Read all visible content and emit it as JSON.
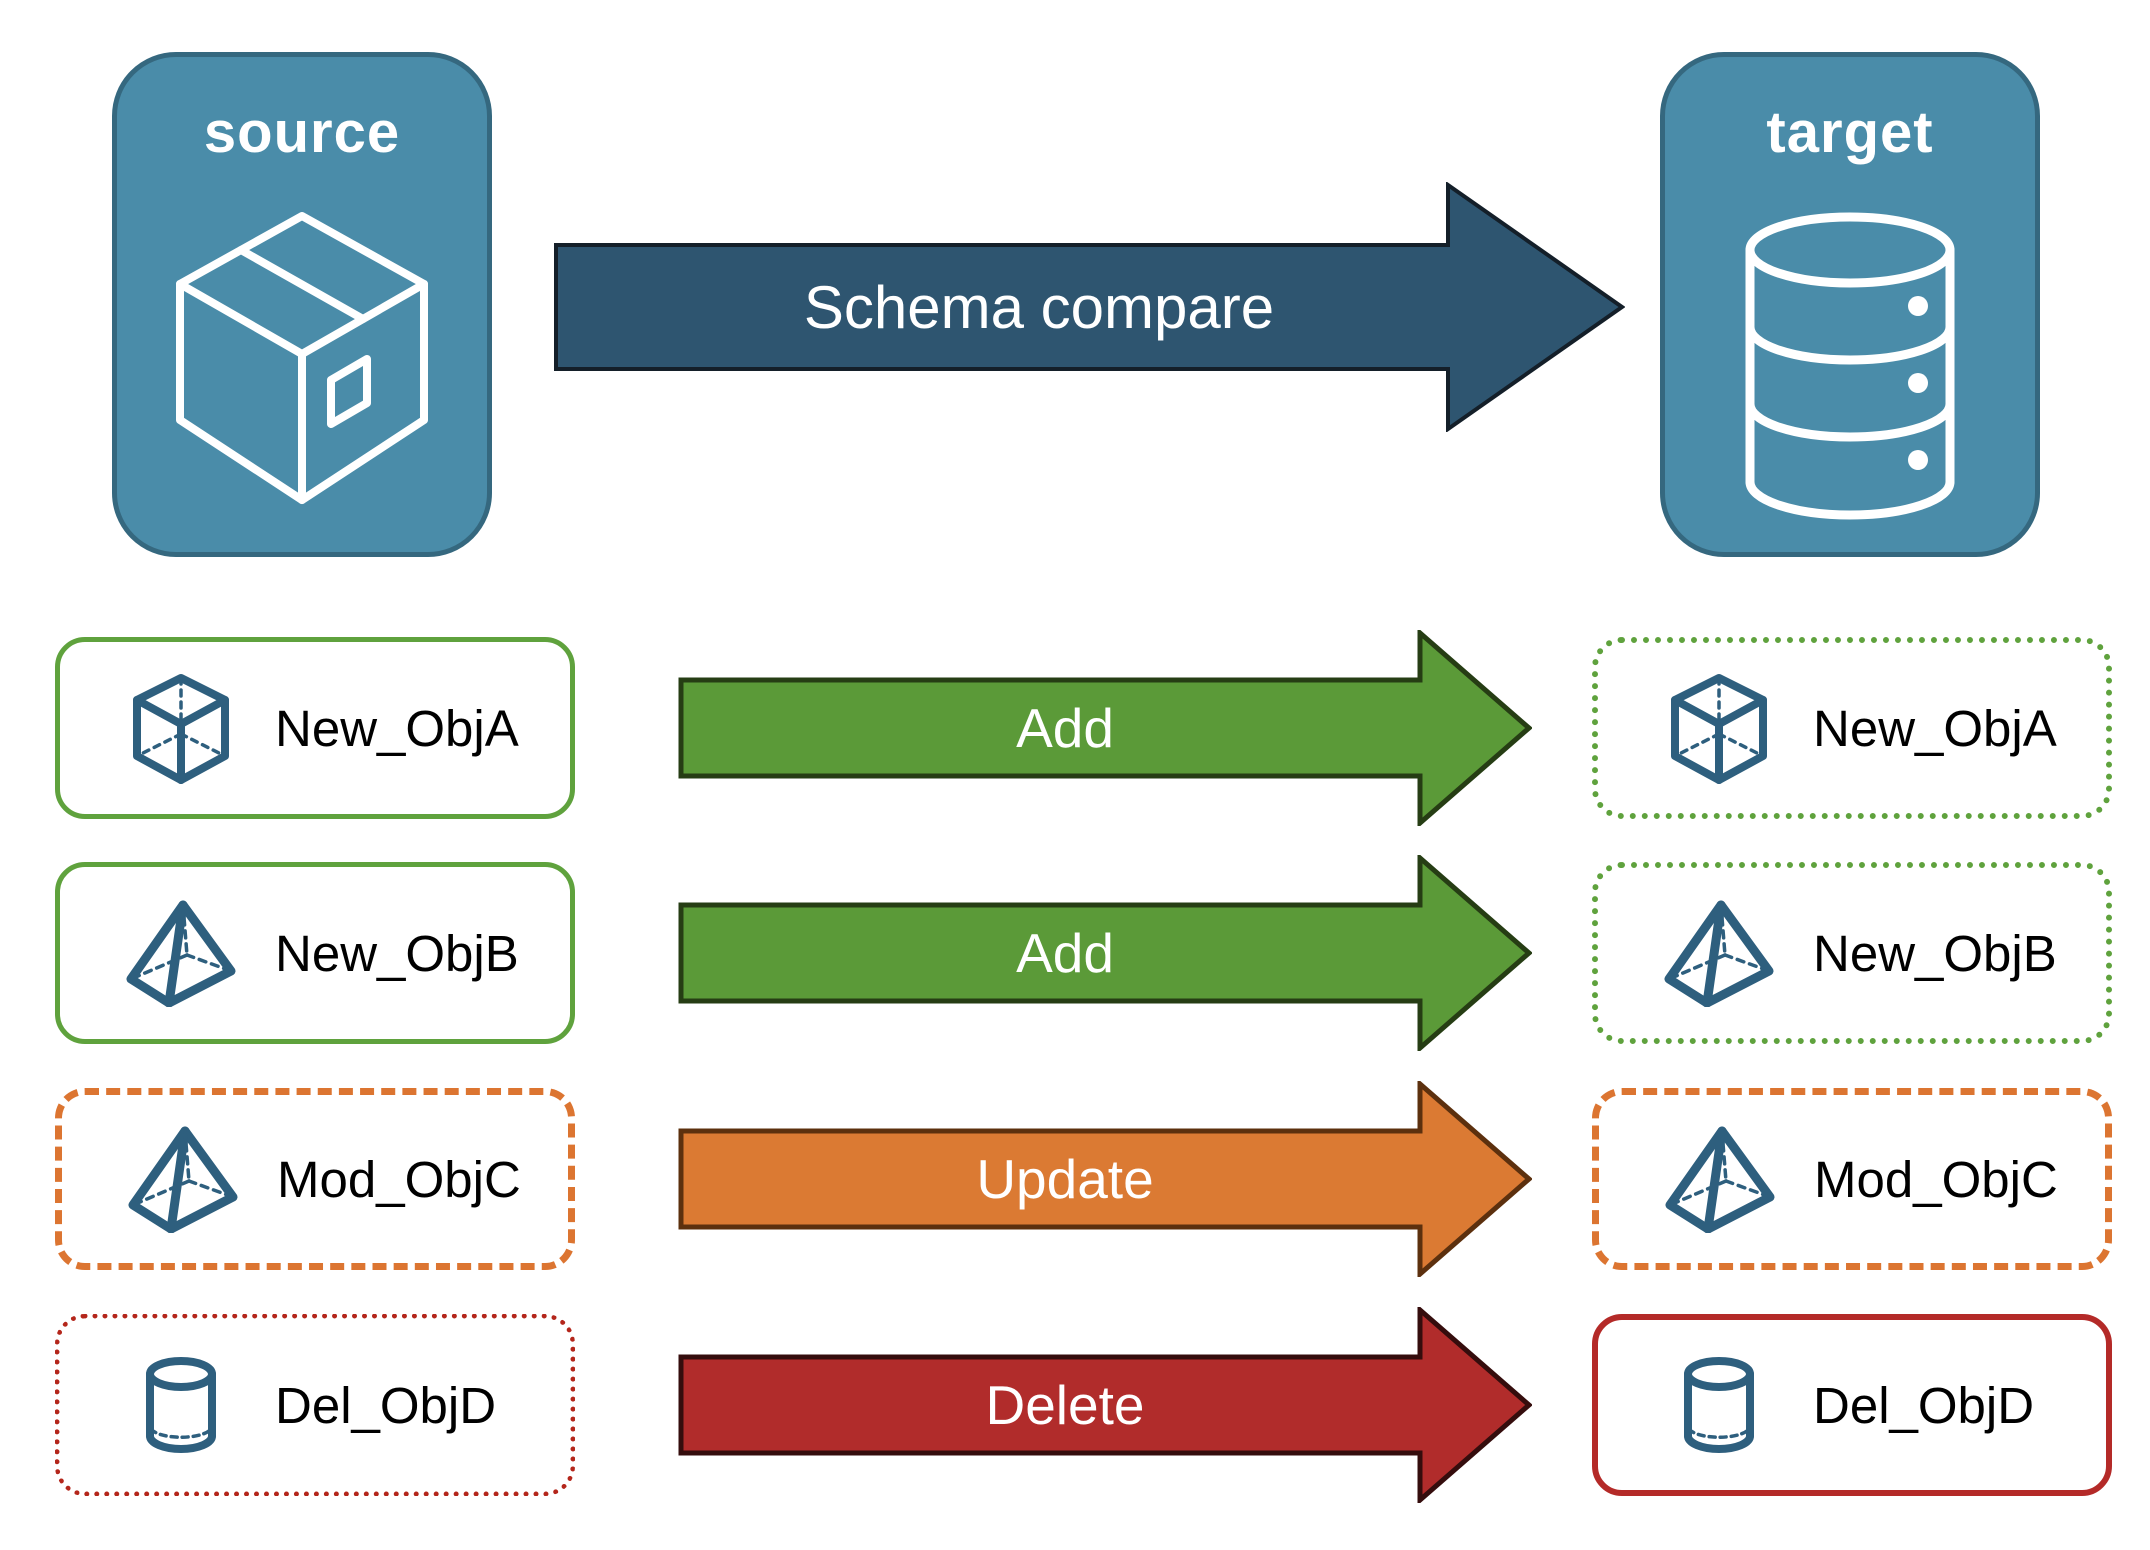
{
  "nodes": {
    "source": {
      "label": "source",
      "icon": "package-box"
    },
    "target": {
      "label": "target",
      "icon": "database"
    }
  },
  "compare_arrow": {
    "label": "Schema compare",
    "color": "#2e5570"
  },
  "rows": [
    {
      "object": "New_ObjA",
      "icon": "cube",
      "action": "Add",
      "action_color": "#5b9a38",
      "source_box_style": "solid-green",
      "target_box_style": "dotted-green"
    },
    {
      "object": "New_ObjB",
      "icon": "pyramid",
      "action": "Add",
      "action_color": "#5b9a38",
      "source_box_style": "solid-green",
      "target_box_style": "dotted-green"
    },
    {
      "object": "Mod_ObjC",
      "icon": "pyramid",
      "action": "Update",
      "action_color": "#db7a33",
      "source_box_style": "dashed-orange",
      "target_box_style": "dashed-orange"
    },
    {
      "object": "Del_ObjD",
      "icon": "cylinder",
      "action": "Delete",
      "action_color": "#b12c2b",
      "source_box_style": "dotted-red",
      "target_box_style": "solid-red"
    }
  ],
  "colors": {
    "node_fill": "#4a8ca9",
    "node_border": "#35687f",
    "schema_arrow": "#2e5570",
    "add_green": "#5b9a38",
    "update_orange": "#db7a33",
    "delete_red": "#b12c2b",
    "object_icon_stroke": "#2e5f7e",
    "text": "#000000"
  }
}
